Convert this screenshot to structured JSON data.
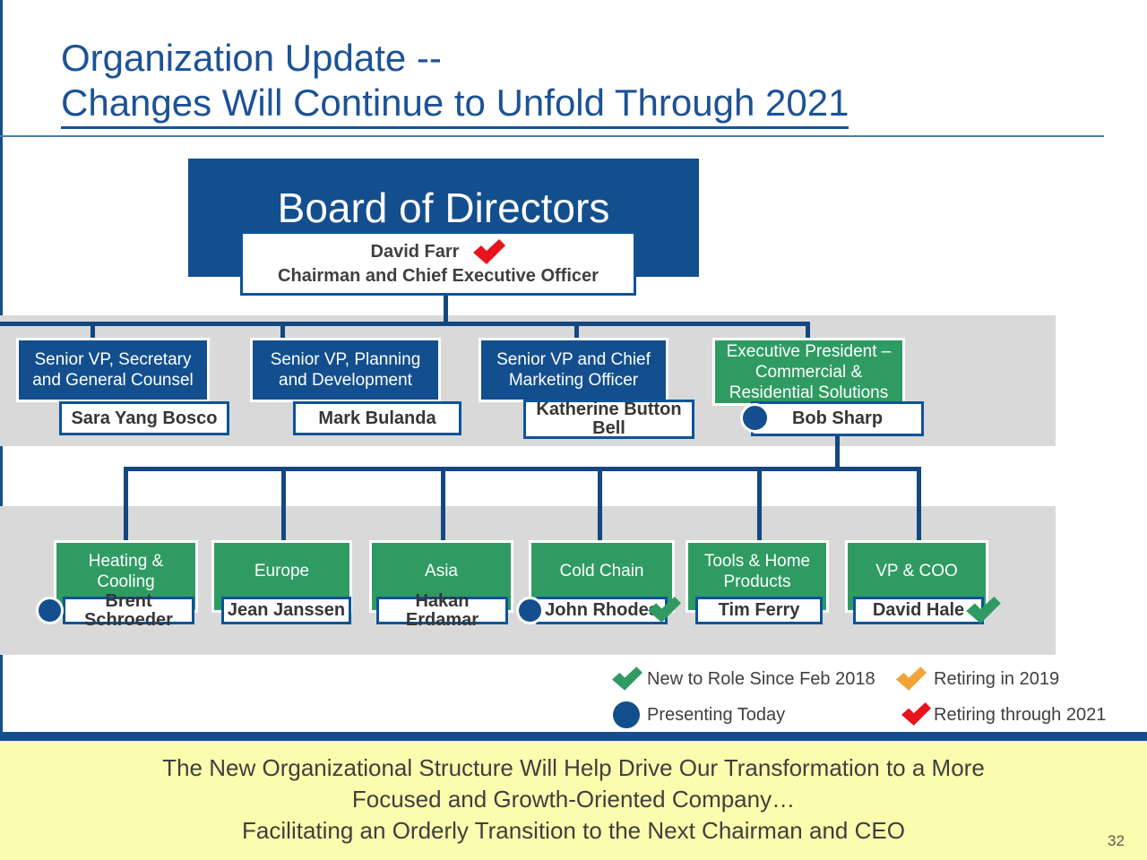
{
  "colors": {
    "brand_blue": "#134F8E",
    "green": "#2F9B62",
    "gray_band": "#D9D9D9",
    "yellow_banner": "#FBFCAD",
    "check_green": "#2F9B62",
    "check_orange": "#F2A33A",
    "check_red": "#E8131D",
    "circle_blue": "#134F8E",
    "title_blue": "#1C5296"
  },
  "title": {
    "line1": "Organization Update --",
    "line2": "Changes Will Continue to Unfold Through 2021"
  },
  "org": {
    "board": {
      "label": "Board of Directors"
    },
    "ceo": {
      "name": "David Farr",
      "role": "Chairman and Chief Executive Officer",
      "markers": [
        "retiring-through-2021"
      ]
    },
    "row1": [
      {
        "title": "Senior VP, Secretary\nand General Counsel",
        "name": "Sara Yang Bosco",
        "style": "blue",
        "markers": []
      },
      {
        "title": "Senior VP, Planning\nand Development",
        "name": "Mark Bulanda",
        "style": "blue",
        "markers": []
      },
      {
        "title": "Senior VP and Chief\nMarketing Officer",
        "name": "Katherine Button\nBell",
        "style": "blue",
        "markers": []
      },
      {
        "title": "Executive President –\nCommercial &\nResidential Solutions",
        "name": "Bob Sharp",
        "style": "green",
        "markers": [
          "presenting-today"
        ]
      }
    ],
    "row2": [
      {
        "title": "Heating &\nCooling",
        "name": "Brent Schroeder",
        "style": "green",
        "markers": [
          "presenting-today"
        ]
      },
      {
        "title": "Europe",
        "name": "Jean Janssen",
        "style": "green",
        "markers": []
      },
      {
        "title": "Asia",
        "name": "Hakan Erdamar",
        "style": "green",
        "markers": []
      },
      {
        "title": "Cold Chain",
        "name": "John Rhodes",
        "style": "green",
        "markers": [
          "presenting-today",
          "new-to-role"
        ]
      },
      {
        "title": "Tools & Home\nProducts",
        "name": "Tim Ferry",
        "style": "green",
        "markers": []
      },
      {
        "title": "VP & COO",
        "name": "David Hale",
        "style": "green",
        "markers": [
          "new-to-role"
        ]
      }
    ]
  },
  "legend": {
    "new_to_role": "New to Role Since Feb 2018",
    "retiring_2019": "Retiring in 2019",
    "presenting_today": "Presenting Today",
    "retiring_2021": "Retiring through 2021"
  },
  "banner": {
    "lines": [
      "The New Organizational Structure Will Help Drive Our Transformation to a More",
      "Focused and Growth-Oriented Company…",
      "Facilitating an Orderly Transition to the Next Chairman and CEO"
    ]
  },
  "page_number": "32"
}
